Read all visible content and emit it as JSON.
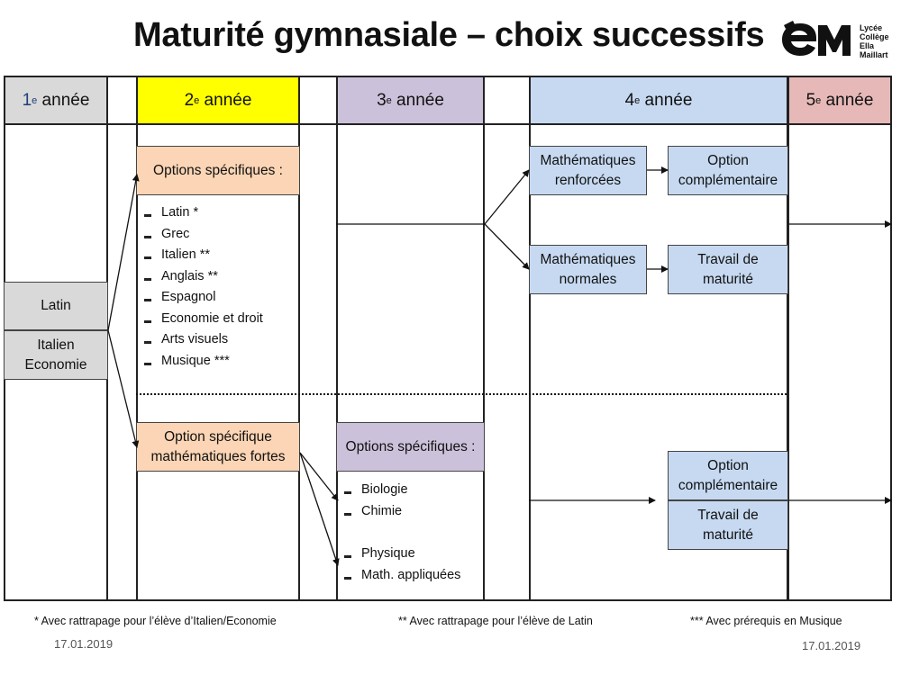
{
  "title": "Maturité gymnasiale – choix successifs",
  "logo": {
    "text_lines": [
      "Lycée",
      "Collège",
      "Ella",
      "Maillart"
    ]
  },
  "columns": [
    {
      "num": "1",
      "sup": "e",
      "label": " année",
      "color": "#d9d9d9",
      "num_color": "#1f3e7a"
    },
    {
      "num": "2",
      "sup": "e",
      "label": " année",
      "color": "#ffff00"
    },
    {
      "num": "3",
      "sup": "e",
      "label": " année",
      "color": "#ccc1da"
    },
    {
      "num": "4",
      "sup": "e",
      "label": " année",
      "color": "#c6d9f1"
    },
    {
      "num": "5",
      "sup": "e",
      "label": " année",
      "color": "#e6b9b8"
    }
  ],
  "year1": {
    "latin": "Latin",
    "italien_eco": [
      "Italien",
      "Economie"
    ]
  },
  "year2": {
    "options_title": "Options spécifiques :",
    "options": [
      "Latin *",
      "Grec",
      "Italien **",
      "Anglais **",
      "Espagnol",
      "Economie et droit",
      "Arts visuels",
      "Musique ***"
    ],
    "math_fortes": [
      "Option spécifique",
      "mathématiques fortes"
    ]
  },
  "year3": {
    "options_title": "Options spécifiques :",
    "options_a": [
      "Biologie",
      "Chimie"
    ],
    "options_b": [
      "Physique",
      "Math. appliquées"
    ]
  },
  "year4": {
    "math_renforcees": [
      "Mathématiques",
      "renforcées"
    ],
    "math_normales": [
      "Mathématiques",
      "normales"
    ],
    "option_comp": [
      "Option",
      "complémentaire"
    ],
    "travail": [
      "Travail de",
      "maturité"
    ],
    "option_comp2": [
      "Option",
      "complémentaire"
    ],
    "travail2": [
      "Travail de",
      "maturité"
    ]
  },
  "footnotes": [
    "* Avec rattrapage pour l’élève d’Italien/Economie",
    "** Avec rattrapage pour l’élève de Latin",
    "*** Avec prérequis en Musique"
  ],
  "dates": [
    "17.01.2019",
    "17.01.2019"
  ]
}
